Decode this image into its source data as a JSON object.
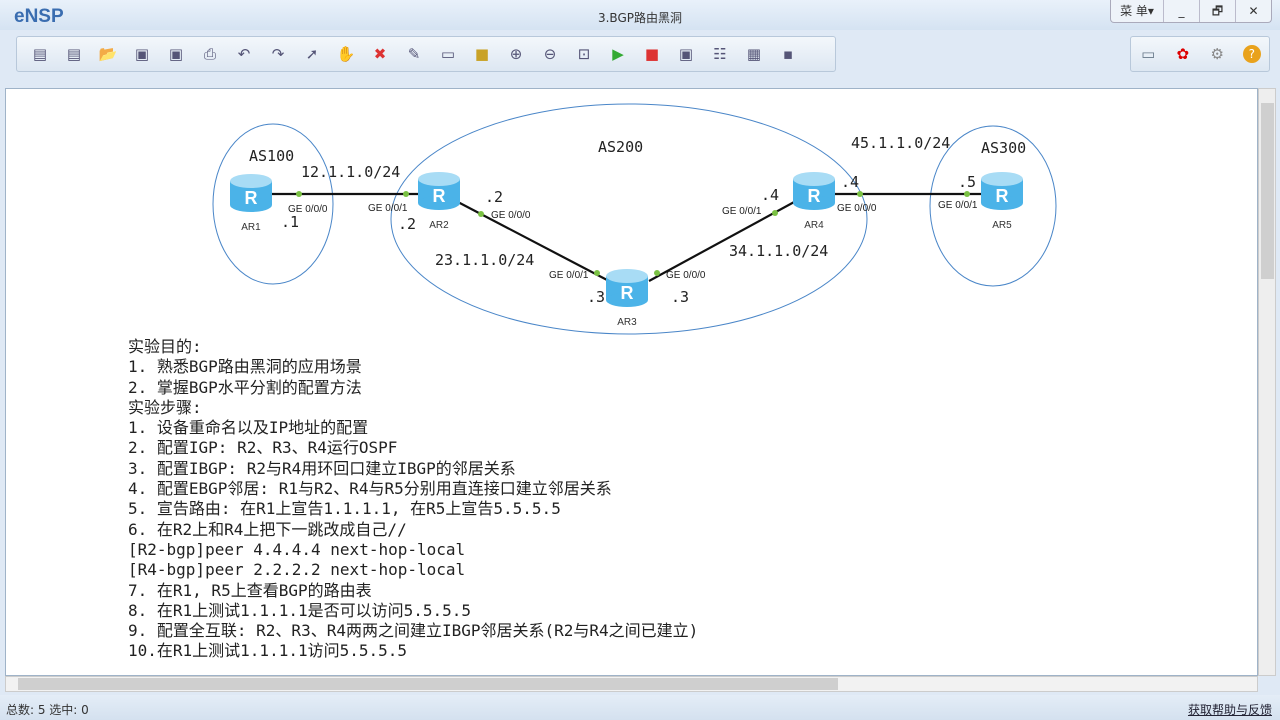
{
  "app": {
    "name": "eNSP",
    "title": "3.BGP路由黑洞",
    "menu_label": "菜 单▾",
    "minimize": "_",
    "restore": "🗗",
    "close": "✕"
  },
  "toolbar": {
    "icons": [
      "new-topo-icon",
      "new-example-icon",
      "open-icon",
      "save-icon",
      "save-as-icon",
      "print-icon",
      "undo-icon",
      "redo-icon",
      "select-pointer-icon",
      "pan-hand-icon",
      "delete-icon",
      "delete-link-icon",
      "text-note-icon",
      "palette-icon",
      "zoom-in-icon",
      "zoom-out-icon",
      "fit-1to1-icon",
      "start-icon",
      "stop-icon",
      "capture-icon",
      "topology-icon",
      "grid-icon",
      "console-icon"
    ],
    "right_icons": [
      "chat-icon",
      "huawei-logo-icon",
      "settings-gear-icon",
      "help-icon"
    ]
  },
  "topology": {
    "as": [
      {
        "label": "AS100"
      },
      {
        "label": "AS200"
      },
      {
        "label": "AS300"
      }
    ],
    "routers": [
      {
        "name": "AR1"
      },
      {
        "name": "AR2"
      },
      {
        "name": "AR3"
      },
      {
        "name": "AR4"
      },
      {
        "name": "AR5"
      }
    ],
    "networks": [
      "12.1.1.0/24",
      "23.1.1.0/24",
      "34.1.1.0/24",
      "45.1.1.0/24"
    ],
    "interfaces": {
      "ar1_g0": "GE 0/0/0",
      "ar2_g1": "GE 0/0/1",
      "ar2_g0": "GE 0/0/0",
      "ar3_g1": "GE 0/0/1",
      "ar3_g0": "GE 0/0/0",
      "ar4_g1": "GE 0/0/1",
      "ar4_g0": "GE 0/0/0",
      "ar5_g1": "GE 0/0/1"
    },
    "hosts": {
      "ar1": ".1",
      "ar2a": ".2",
      "ar2b": ".2",
      "ar3a": ".3",
      "ar3b": ".3",
      "ar4a": ".4",
      "ar4b": ".4",
      "ar5": ".5"
    },
    "colors": {
      "ellipse": "#4a86c8",
      "link": "#111111",
      "port": "#7ac143",
      "router": "#4bb3e8"
    }
  },
  "notes": [
    "实验目的:",
    "1. 熟悉BGP路由黑洞的应用场景",
    "2. 掌握BGP水平分割的配置方法",
    "实验步骤:",
    "1. 设备重命名以及IP地址的配置",
    "2. 配置IGP: R2、R3、R4运行OSPF",
    "3. 配置IBGP: R2与R4用环回口建立IBGP的邻居关系",
    "4. 配置EBGP邻居: R1与R2、R4与R5分别用直连接口建立邻居关系",
    "5. 宣告路由: 在R1上宣告1.1.1.1, 在R5上宣告5.5.5.5",
    "6. 在R2上和R4上把下一跳改成自己//",
    "[R2-bgp]peer 4.4.4.4 next-hop-local",
    "[R4-bgp]peer 2.2.2.2 next-hop-local",
    "7. 在R1, R5上查看BGP的路由表",
    "8. 在R1上测试1.1.1.1是否可以访问5.5.5.5",
    "9. 配置全互联: R2、R3、R4两两之间建立IBGP邻居关系(R2与R4之间已建立)",
    "10.在R1上测试1.1.1.1访问5.5.5.5"
  ],
  "status": {
    "counts": "总数: 5 选中: 0",
    "help_link": "获取帮助与反馈"
  }
}
